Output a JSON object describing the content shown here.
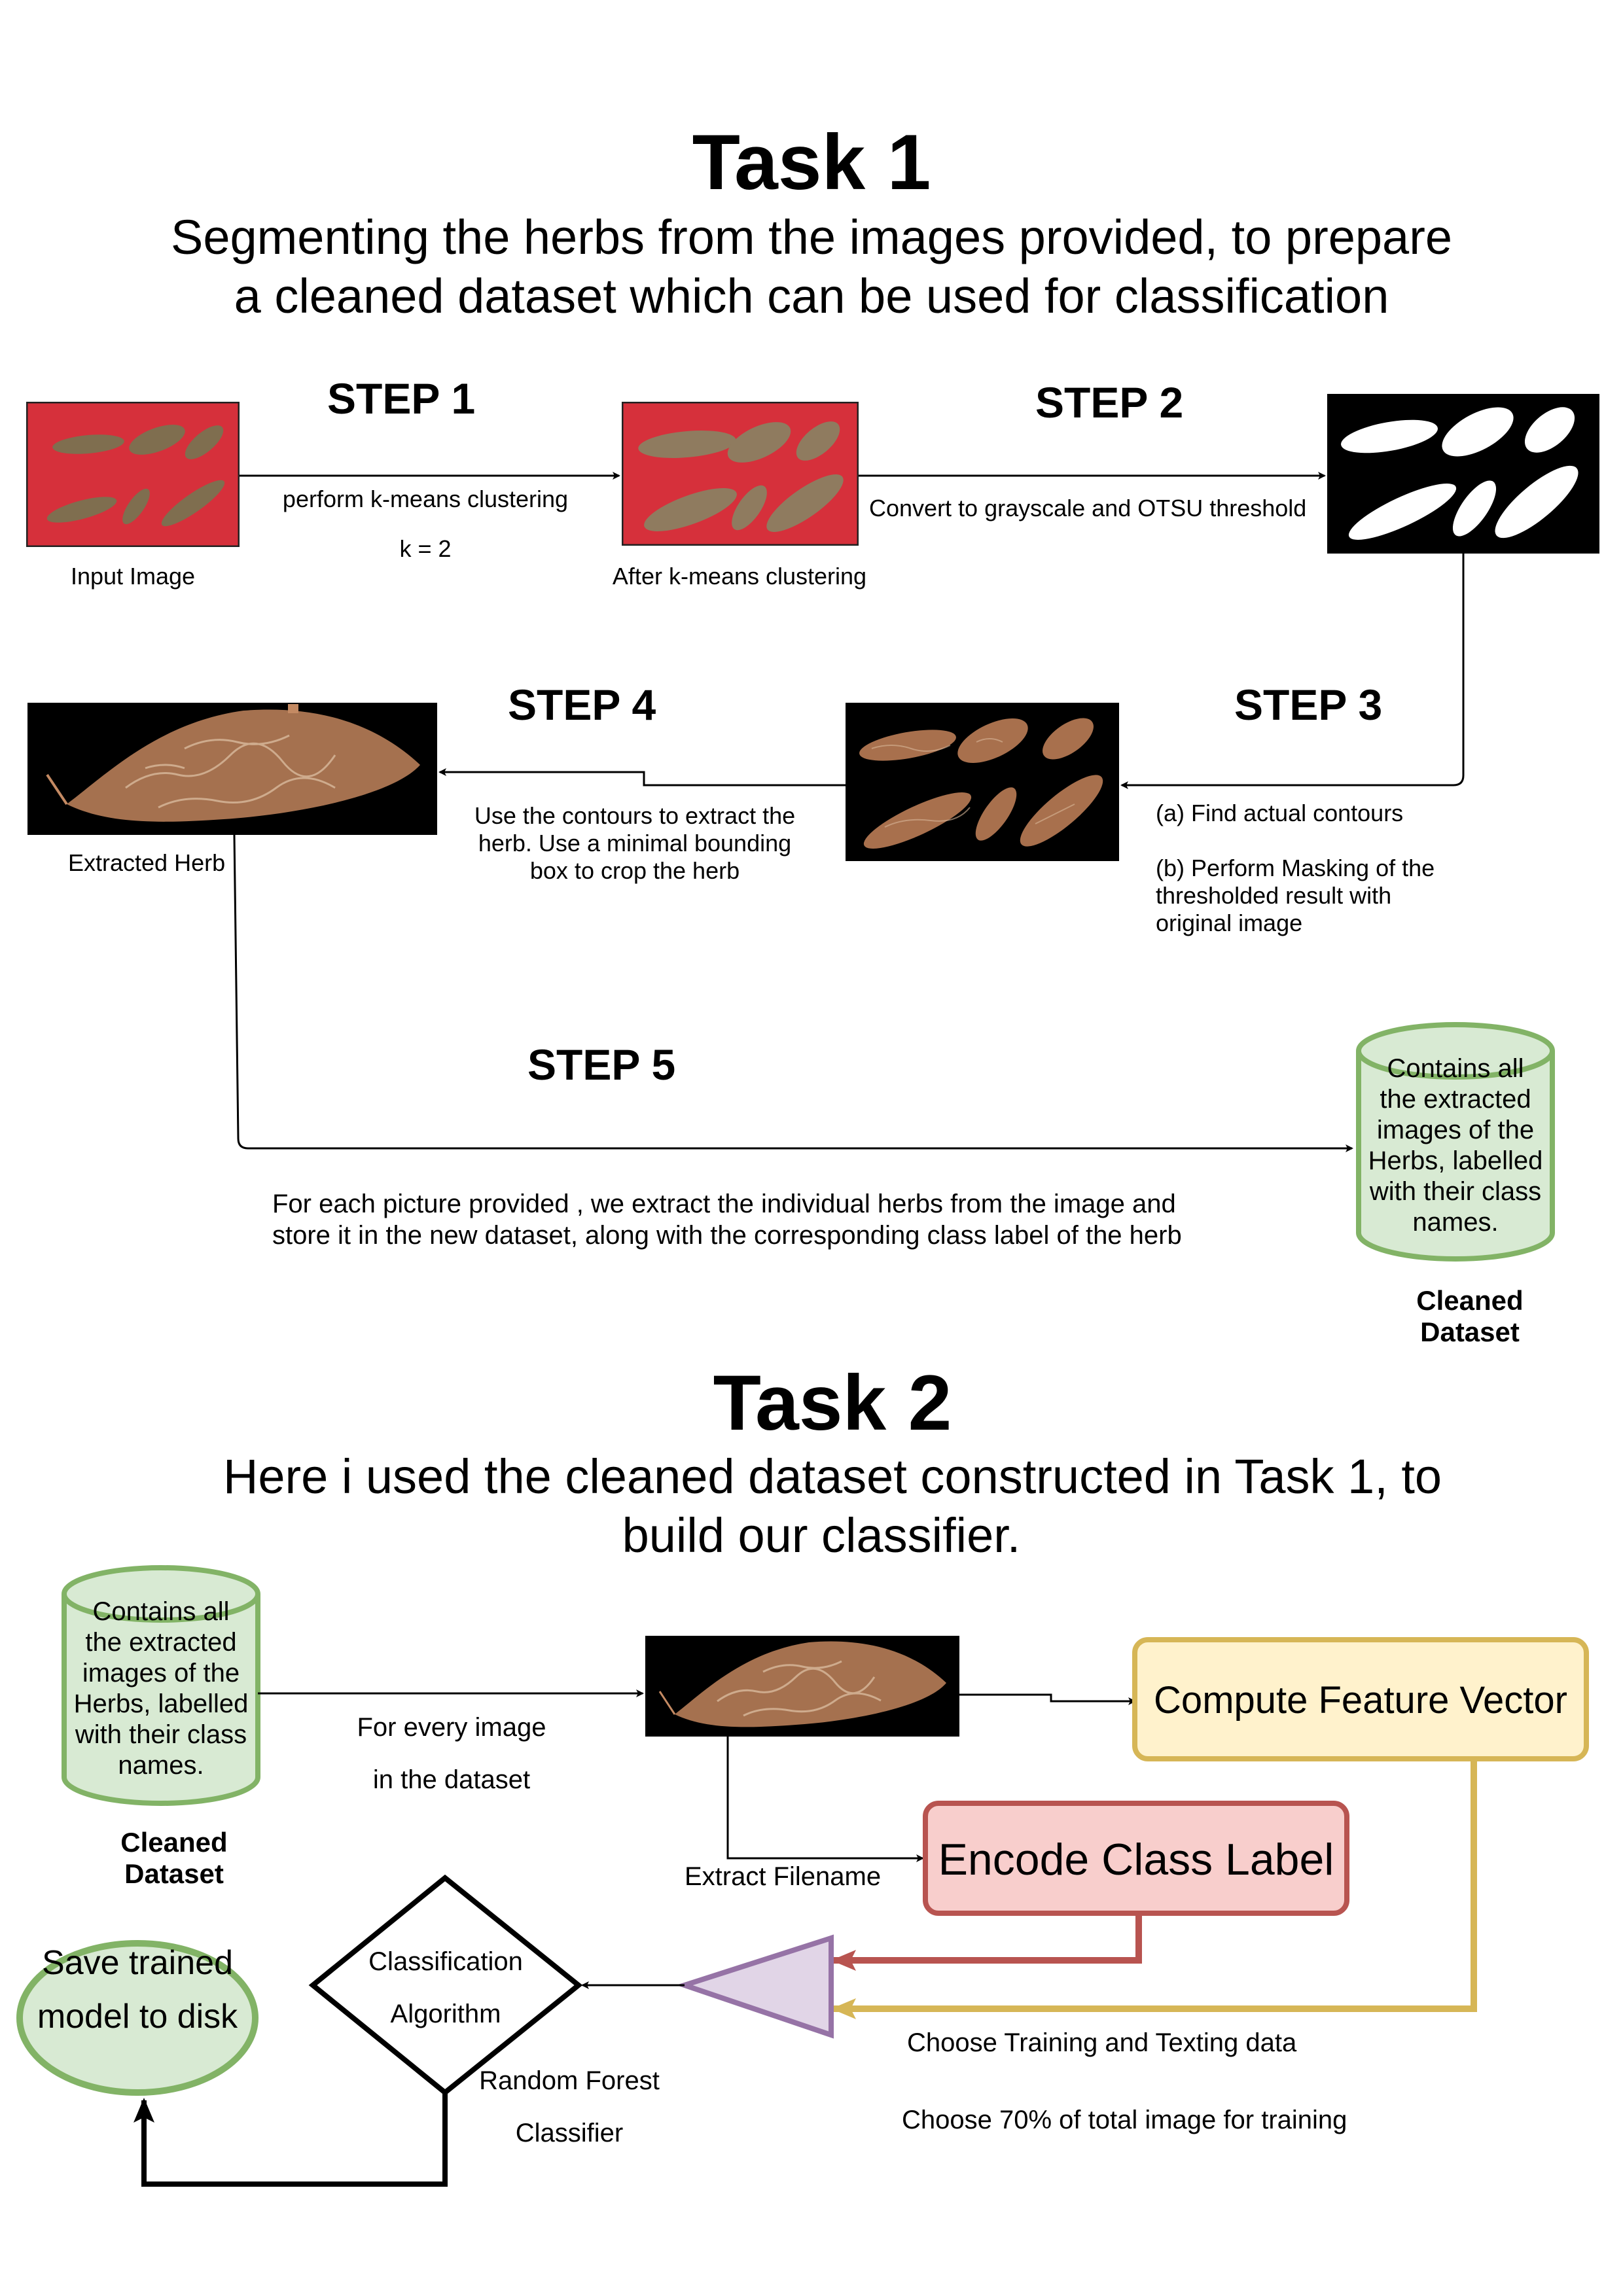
{
  "task1": {
    "title": "Task 1",
    "subtitle_line1": "Segmenting the herbs from the images provided, to prepare",
    "subtitle_line2": "a cleaned dataset which can be used for classification",
    "steps": {
      "step1": "STEP 1",
      "step2": "STEP 2",
      "step3": "STEP 3",
      "step4": "STEP 4",
      "step5": "STEP 5"
    },
    "labels": {
      "input_image": "Input Image",
      "after_kmeans": "After k-means clustering",
      "kmeans_action": "perform k-means clustering",
      "k_value": "k = 2",
      "otsu_action": "Convert to grayscale and OTSU threshold",
      "contours_a": "(a) Find actual contours",
      "contours_b_1": "(b) Perform Masking of the",
      "contours_b_2": "thresholded result with",
      "contours_b_3": "original image",
      "extract_1": "Use the contours to extract the",
      "extract_2": "herb. Use a minimal bounding",
      "extract_3": "box to crop the herb",
      "extracted_herb": "Extracted Herb",
      "step5_desc_1": "For each picture provided ,  we extract the individual herbs from the image and",
      "step5_desc_2": "store it in the new dataset, along with the corresponding class label of the herb"
    },
    "dataset": {
      "line1": "Contains all",
      "line2": "the extracted",
      "line3": "images of the",
      "line4": "Herbs, labelled",
      "line5": "with their class",
      "line6": "names.",
      "caption1": "Cleaned",
      "caption2": "Dataset"
    }
  },
  "task2": {
    "title": "Task 2",
    "subtitle_line1": "Here i used the cleaned dataset constructed in Task 1, to",
    "subtitle_line2": "build our classifier.",
    "dataset": {
      "line1": "Contains all",
      "line2": "the extracted",
      "line3": "images of the",
      "line4": "Herbs, labelled",
      "line5": "with their class",
      "line6": "names.",
      "caption1": "Cleaned",
      "caption2": "Dataset"
    },
    "labels": {
      "every_image_1": "For every image",
      "every_image_2": "in the dataset",
      "compute_feature": "Compute Feature Vector",
      "extract_filename": "Extract Filename",
      "encode_label": "Encode Class Label",
      "choose_data": "Choose Training and Texting data",
      "choose_pct": "Choose 70% of total image for training",
      "algo_1": "Classification",
      "algo_2": "Algorithm",
      "rf_1": "Random Forest",
      "rf_2": "Classifier",
      "save_1": "Save trained",
      "save_2": "model to disk"
    }
  },
  "colors": {
    "red_bg": "#d6303b",
    "herb_gray": "#8f7b5f",
    "herb_brown": "#a5714f",
    "green_fill": "#d8ead3",
    "green_stroke": "#82b366",
    "yellow_fill": "#fff2cc",
    "yellow_stroke": "#d6b656",
    "red_fill": "#f8cecc",
    "red_stroke": "#b85450",
    "purple_fill": "#e1d5e7",
    "purple_stroke": "#9673a6"
  }
}
